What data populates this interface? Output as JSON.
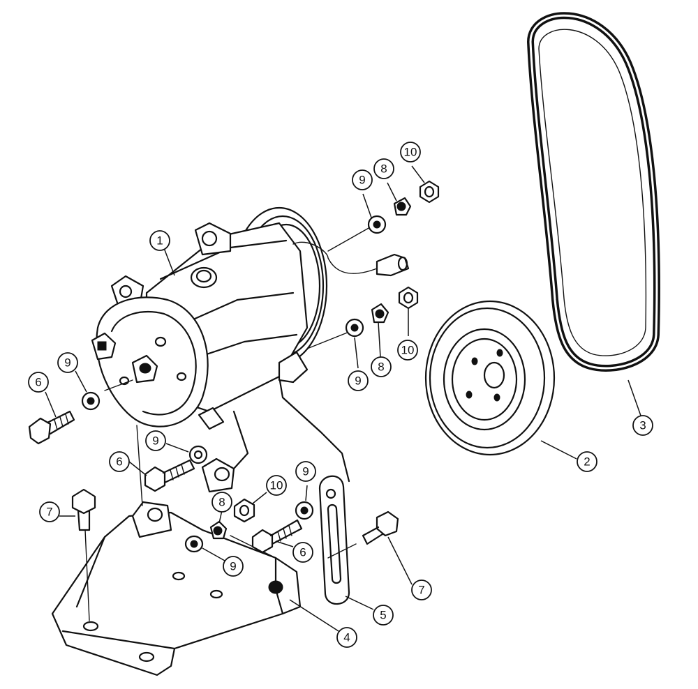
{
  "callouts": [
    {
      "id": "c1",
      "label": "1"
    },
    {
      "id": "c2",
      "label": "2"
    },
    {
      "id": "c3",
      "label": "3"
    },
    {
      "id": "c4",
      "label": "4"
    },
    {
      "id": "c5",
      "label": "5"
    },
    {
      "id": "c6a",
      "label": "6"
    },
    {
      "id": "c6b",
      "label": "6"
    },
    {
      "id": "c6c",
      "label": "6"
    },
    {
      "id": "c7a",
      "label": "7"
    },
    {
      "id": "c7b",
      "label": "7"
    },
    {
      "id": "c8a",
      "label": "8"
    },
    {
      "id": "c8b",
      "label": "8"
    },
    {
      "id": "c8c",
      "label": "8"
    },
    {
      "id": "c9a",
      "label": "9"
    },
    {
      "id": "c9b",
      "label": "9"
    },
    {
      "id": "c9c",
      "label": "9"
    },
    {
      "id": "c9d",
      "label": "9"
    },
    {
      "id": "c9e",
      "label": "9"
    },
    {
      "id": "c9f",
      "label": "9"
    },
    {
      "id": "c10a",
      "label": "10"
    },
    {
      "id": "c10b",
      "label": "10"
    },
    {
      "id": "c10c",
      "label": "10"
    }
  ]
}
